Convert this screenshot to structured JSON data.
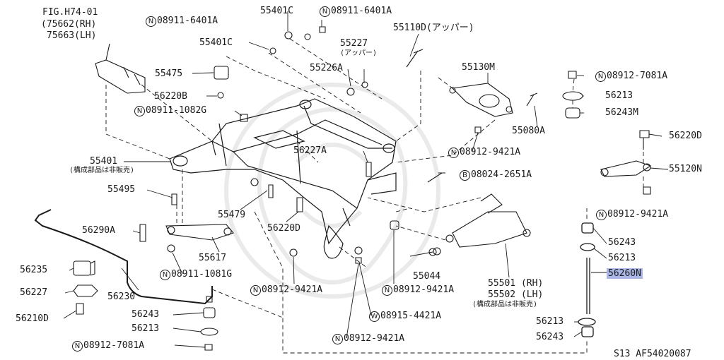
{
  "fig": {
    "ref": "FIG.H74-01",
    "rh": "(75662(RH)",
    "lh": "75663(LH)"
  },
  "labels": {
    "p55401c_top": "55401C",
    "p08911_6401a_l": "08911-6401A",
    "p08911_6401a_r": "08911-6401A",
    "p55110d": "55110D(アッパー)",
    "p55401c": "55401C",
    "p55227": "55227",
    "p55227_sub": "(アッパー)",
    "p55475": "55475",
    "p55226a": "55226A",
    "p55130m": "55130M",
    "p08912_7081a_r": "08912-7081A",
    "p56220b": "56220B",
    "p56213_r1": "56213",
    "p08911_1082g": "08911-1082G",
    "p56243m": "56243M",
    "p55080a": "55080A",
    "p56220d_r": "56220D",
    "p56227a": "56227A",
    "p55401": "55401",
    "p55401_sub": "(構成部品は非販売)",
    "p08912_9421a_1": "08912-9421A",
    "p55120n": "55120N",
    "p08024_2651a": "08024-2651A",
    "p55495": "55495",
    "p55479": "55479",
    "p08912_9421a_2": "08912-9421A",
    "p56220d": "56220D",
    "p56290a": "56290A",
    "p56243_r": "56243",
    "p55617": "55617",
    "p56213_r2": "56213",
    "p08911_1081g": "08911-1081G",
    "p55044": "55044",
    "p56260n": "56260N",
    "p56235": "56235",
    "p55501": "55501 (RH)",
    "p55502": "55502 (LH)",
    "p5550x_sub": "(構成部品は非販売)",
    "p56227": "56227",
    "p56230": "56230",
    "p08912_9421a_3": "08912-9421A",
    "p08912_9421a_4": "08912-9421A",
    "p56210d": "56210D",
    "p56243_l": "56243",
    "p08915_4421a": "08915-4421A",
    "p56213_b": "56213",
    "p56213_l": "56213",
    "p56243_b": "56243",
    "p08912_7081a_l": "08912-7081A",
    "p08912_9421a_5": "08912-9421A",
    "footer_code": "S13  AF54020087"
  },
  "prefix": {
    "N": "N",
    "B": "B",
    "W": "W"
  },
  "highlight_color": "#a9b6e6"
}
